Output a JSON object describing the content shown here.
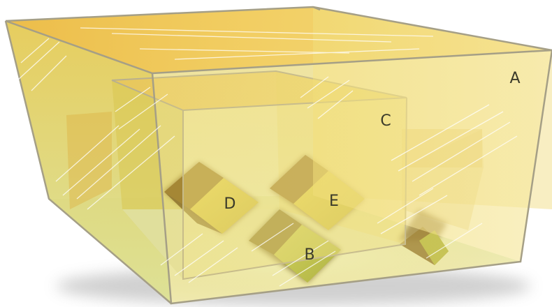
{
  "diagram": {
    "labels": {
      "a": "A",
      "b": "B",
      "c": "C",
      "d": "D",
      "e": "E"
    },
    "colors": {
      "outer_box_fill": "#f0d86a",
      "outer_box_edge": "#a59f86",
      "inner_box_fill": "#f3e07a",
      "cube_shadow": "#8a6a1c",
      "cube_face": "#d8c23a",
      "floor_tint": "#dfe8b8"
    }
  }
}
